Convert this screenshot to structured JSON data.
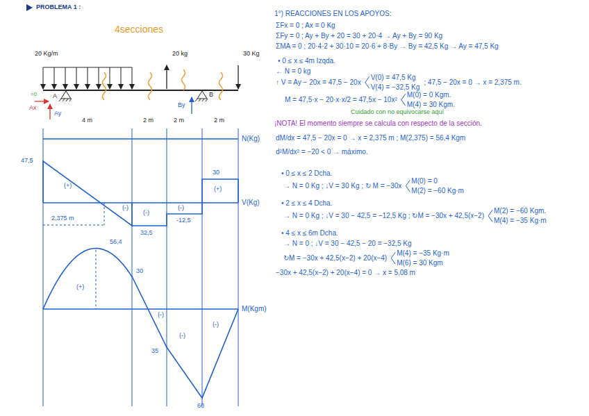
{
  "diagram": {
    "title": "PROBLEMA 1 :",
    "labels": [
      "4secciones",
      "20 Kg/m",
      "20 kg",
      "30 Kg",
      "=0",
      "Ax",
      "A",
      "Ay",
      "B",
      "By",
      "4 m",
      "2 m",
      "2 m",
      "2 m",
      "N(Kg)",
      "V(Kg)",
      "M(Kgm)",
      "47,5",
      "(+)",
      "(-)",
      "(-)",
      "(-)",
      "30",
      "(+)",
      "2,375 m",
      "32,5",
      "-12,5",
      "56,4",
      "30",
      "(+)",
      "(-)",
      "(-)",
      "(-)",
      "35",
      "60",
      "1°) REACCIONES EN LOS APOYOS:",
      "ΣFx = 0 ; Ax = 0 Kg",
      "ΣFy = 0 ; Ay + By + 20 = 30 + 20·4 → Ay + By = 90 Kg",
      "ΣMA = 0 ; 20·4·2 + 30·10 = 20·6 + 8·By → By = 42,5 Kg → Ay = 47,5 Kg",
      "• 0 ≤ x ≤ 4m Izqda.",
      "← N = 0 kg",
      "↑ V = Ay − 20x = 47,5 − 20x",
      "V(0) = 47,5 Kg",
      "V(4) = −32,5 Kg",
      "; 47,5 − 20x = 0 → x = 2,375 m.",
      "M = 47,5·x − 20·x·x/2 = 47,5x − 10x²",
      "M(0) = 0 Kgm.",
      "M(4) = 30 Kgm.",
      "Cuidado con no equivocarse aquí",
      "¡NOTA! El momento siempre se calcula con respecto de la sección.",
      "dM/dx = 47,5 − 20x = 0 → x = 2,375 m ; M(2,375) = 56,4 Kgm",
      "d²M/dx² = −20 < 0 → máximo.",
      "• 0 ≤ x ≤ 2 Dcha.",
      "→ N = 0 Kg ; ↓V = 30 Kg ; ↻ M = −30x",
      "M(0) = 0",
      "M(2) = −60 Kg·m",
      "• 2 ≤ x ≤ 4 Dcha.",
      "→ N = 0 Kg ; ↓V = 30 − 42,5 = −12,5 Kg ; ↻M = −30x + 42,5(x−2)",
      "M(2) = −60 Kgm.",
      "M(4) = −35 Kg·m",
      "• 4 ≤ x ≤ 6m Dcha.",
      "→ N = 0 ; ↓V = 30 − 42,5 − 20 = −32,5 Kg",
      "↻M = −30x + 42,5(x−2) + 20(x−4)",
      "M(4) = −35 Kg·m",
      "M(6) = 30 Kgm",
      "−30x + 42,5(x−2) + 20(x−4) = 0 → x = 5,08 m"
    ]
  }
}
